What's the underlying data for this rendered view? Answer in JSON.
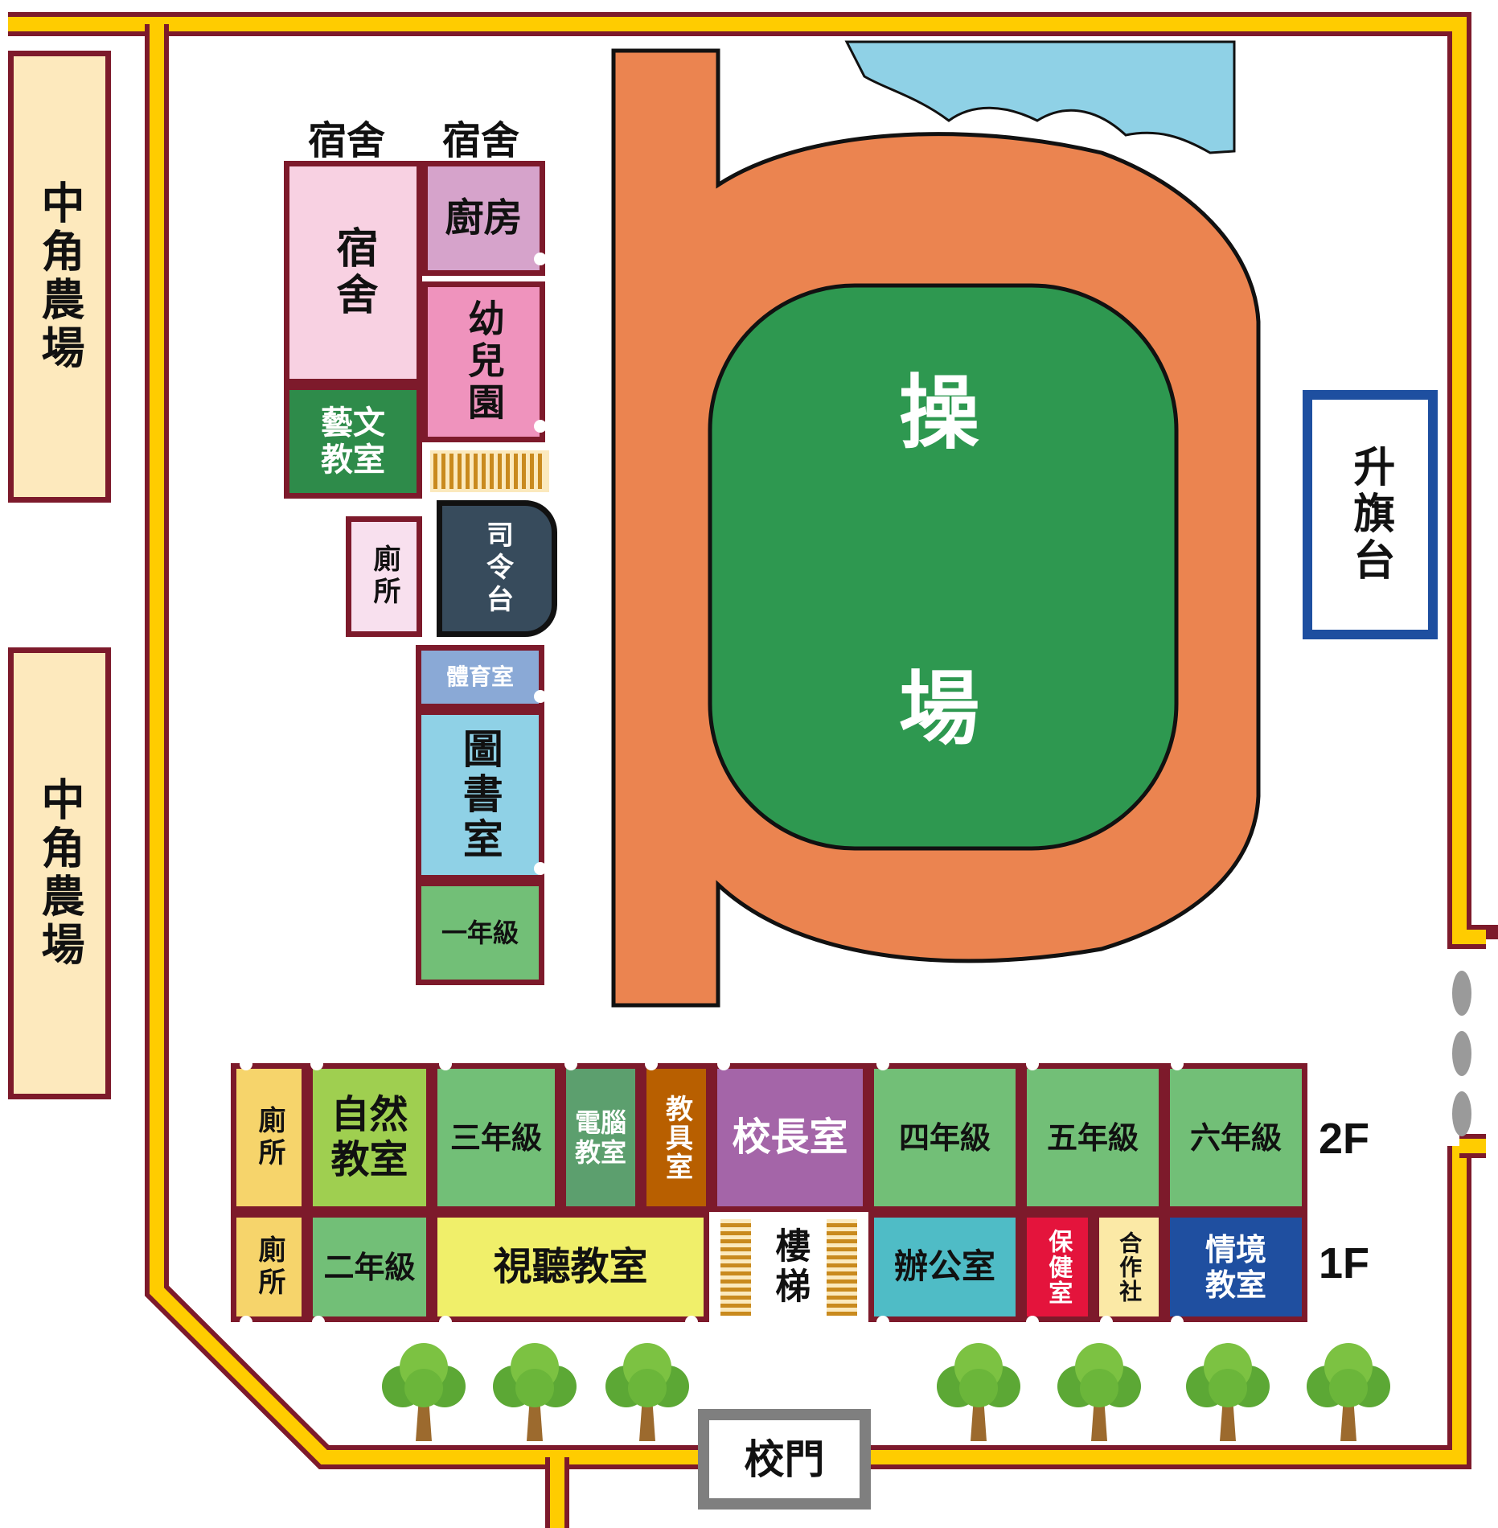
{
  "farm": {
    "top": "中角農場",
    "bottom": "中角農場"
  },
  "north": {
    "dorm_label_1": "宿舍",
    "dorm_label_2": "宿舍",
    "dorm": "宿舍",
    "kitchen": "廚房",
    "kindergarten": "幼兒園",
    "arts_classroom": "藝文\n教室",
    "toilet": "廁所",
    "command_stage": "司令台",
    "pe_room": "體育室",
    "library": "圖書室",
    "grade1": "一年級"
  },
  "field": {
    "char1": "操",
    "char2": "場"
  },
  "flag_platform": "升旗台",
  "floor2": {
    "label": "2F",
    "toilet": "廁所",
    "science": "自然\n教室",
    "grade3": "三年級",
    "computer": "電腦\n教室",
    "equipment": "教具室",
    "principal": "校長室",
    "grade4": "四年級",
    "grade5": "五年級",
    "grade6": "六年級"
  },
  "floor1": {
    "label": "1F",
    "toilet": "廁所",
    "grade2": "二年級",
    "av_room": "視聽教室",
    "stairs": "樓梯",
    "office": "辦公室",
    "health": "保健室",
    "coop": "合作社",
    "situational": "情境\n教室"
  },
  "gate": "校門",
  "colors": {
    "wall": "#ffcc00",
    "wall_edge": "#7d1a2b",
    "track": "#eb8450",
    "field": "#2e9850",
    "pond": "#8fd1e6",
    "flag_border": "#1e4fa0"
  }
}
